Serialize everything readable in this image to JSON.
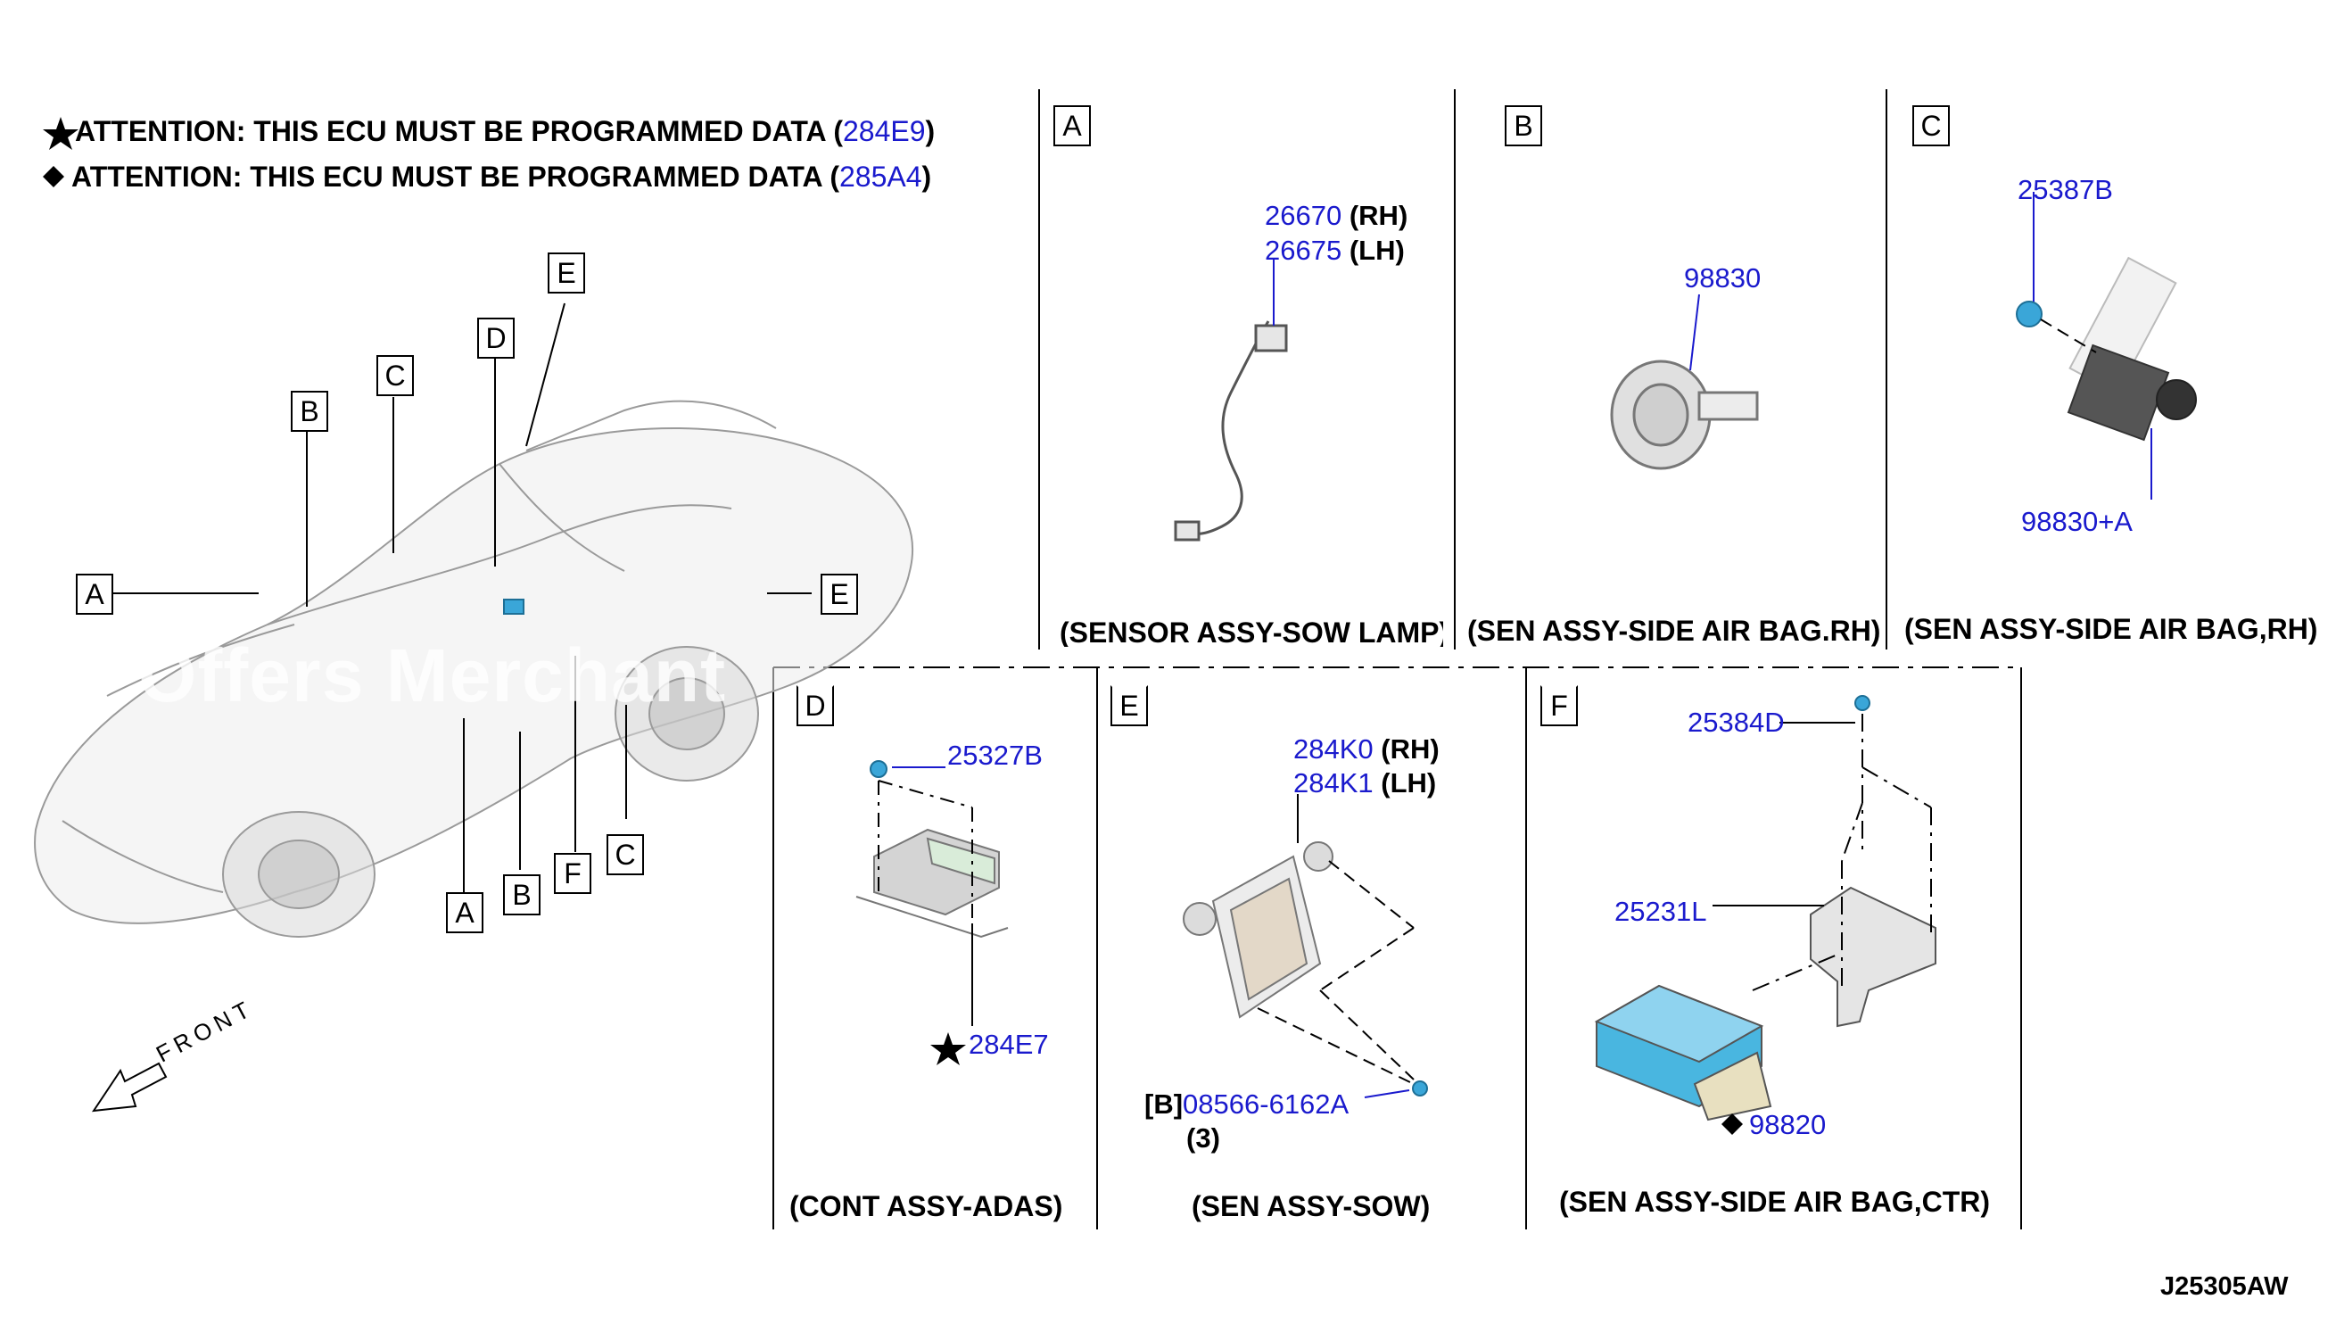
{
  "header": {
    "attention_star": "ATTENTION: THIS ECU MUST BE PROGRAMMED DATA (",
    "attention_star_code": "284E9",
    "attention_diamond": "ATTENTION: THIS ECU MUST BE PROGRAMMED DATA (",
    "attention_diamond_code": "285A4",
    "close_paren": ")"
  },
  "overview_callouts": [
    "A",
    "B",
    "C",
    "D",
    "E",
    "F"
  ],
  "sections": {
    "A": {
      "letter": "A",
      "caption": "(SENSOR ASSY-SOW LAMP)",
      "part_rh": "26670",
      "rh": "(RH)",
      "part_lh": "26675",
      "lh": "(LH)"
    },
    "B": {
      "letter": "B",
      "caption": "(SEN ASSY-SIDE AIR BAG.RH)",
      "part": "98830"
    },
    "C": {
      "letter": "C",
      "caption": "(SEN ASSY-SIDE AIR BAG,RH)",
      "part_clip": "25387B",
      "part_sensor": "98830+A"
    },
    "D": {
      "letter": "D",
      "caption": "(CONT ASSY-ADAS)",
      "part_clip": "25327B",
      "part_unit": "284E7"
    },
    "E": {
      "letter": "E",
      "caption": "(SEN ASSY-SOW)",
      "part_rh": "284K0",
      "rh": "(RH)",
      "part_lh": "284K1",
      "lh": "(LH)",
      "bolt_prefix": "[B]",
      "bolt": "08566-6162A",
      "bolt_qty": "(3)"
    },
    "F": {
      "letter": "F",
      "caption": "(SEN ASSY-SIDE AIR BAG,CTR)",
      "part_clip": "25384D",
      "part_bracket": "25231L",
      "part_unit": "98820"
    }
  },
  "front_label": "FRONT",
  "watermark": "Offers Merchant",
  "diagram_code": "J25305AW",
  "colors": {
    "part_number": "#1a1acd",
    "line": "#000000",
    "sensor_blue": "#3aa6d8"
  }
}
